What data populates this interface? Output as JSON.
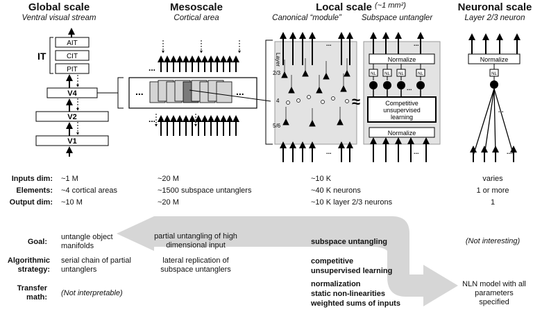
{
  "headers": {
    "global": {
      "title": "Global scale",
      "subtitle": "Ventral visual stream"
    },
    "meso": {
      "title": "Mesoscale",
      "subtitle": "Cortical area"
    },
    "local": {
      "title": "Local scale",
      "title_note": "(~1 mm²)",
      "subtitle_module": "Canonical “module”",
      "subtitle_untangler": "Subspace untangler"
    },
    "neuronal": {
      "title": "Neuronal scale",
      "subtitle": "Layer 2/3 neuron"
    }
  },
  "diagram": {
    "it_label": "IT",
    "areas": [
      "AIT",
      "CIT",
      "PIT",
      "V4",
      "V2",
      "V1"
    ],
    "layer_label": "Layer",
    "layers": [
      "2/3",
      "4",
      "5/6"
    ],
    "approx_symbol": "≈",
    "normalize": "Normalize",
    "nl": "NL",
    "competitive": "Competitive unsupervised learning",
    "ellipsis": "..."
  },
  "stats": {
    "rows": [
      {
        "label": "Inputs dim:",
        "global": "~1 M",
        "meso": "~20 M",
        "local": "~10 K",
        "neuronal": "varies"
      },
      {
        "label": "Elements:",
        "global": "~4 cortical areas",
        "meso": "~1500 subspace untanglers",
        "local": "~40 K neurons",
        "neuronal": "1 or more"
      },
      {
        "label": "Output dim:",
        "global": "~10 M",
        "meso": "~20 M",
        "local": "~10 K layer 2/3 neurons",
        "neuronal": "1"
      }
    ]
  },
  "bottom": {
    "goal": {
      "label": "Goal:",
      "global": "untangle object manifolds",
      "meso": "partial untangling of high dimensional input",
      "local": "subspace untangling",
      "neuronal": "(Not interesting)"
    },
    "strategy": {
      "label": "Algorithmic strategy:",
      "global": "serial chain of partial untanglers",
      "meso": "lateral replication of subspace untanglers",
      "local": "competitive unsupervised learning"
    },
    "math": {
      "label": "Transfer math:",
      "global": "(Not interpretable)",
      "local": [
        "normalization",
        "static non-linearities",
        "weighted sums of inputs"
      ],
      "neuronal": "NLN model with all parameters specified"
    }
  }
}
